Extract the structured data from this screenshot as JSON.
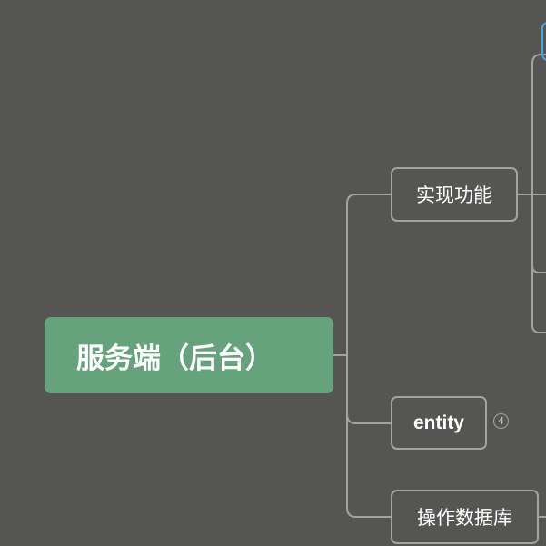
{
  "mindmap": {
    "root": {
      "label": "服务端（后台）"
    },
    "children": [
      {
        "label": "实现功能"
      },
      {
        "label": "entity",
        "collapsed_count": "4"
      },
      {
        "label": "操作数据库"
      }
    ]
  },
  "colors": {
    "background": "#555653",
    "root_fill": "#66a27b",
    "connector": "#a3a4a1",
    "selection": "#4fa3d8"
  }
}
